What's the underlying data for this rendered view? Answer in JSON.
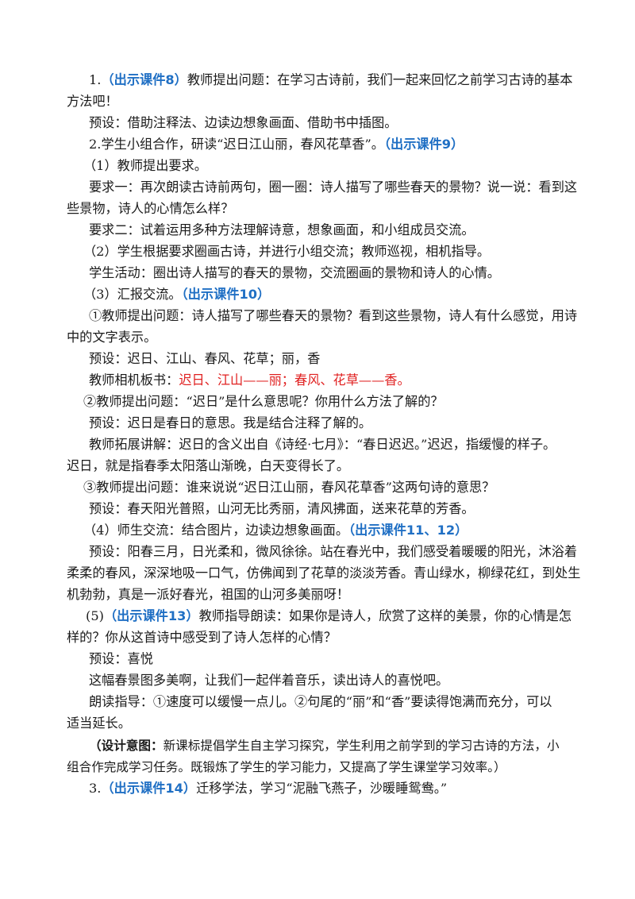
{
  "doc": {
    "l1": {
      "pre": "1.",
      "tag": "（出示课件8）",
      "post": "教师提出问题：在学习古诗前，我们一起来回忆之前学习古诗的基本"
    },
    "l2": "方法吧！",
    "l3": "预设：借助注释法、边读边想象画面、借助书中插图。",
    "l4": {
      "pre": "2.学生小组合作，研读“迟日江山丽，春风花草香”。",
      "tag": "（出示课件9）"
    },
    "l5": "（1）教师提出要求。",
    "l6": "要求一：再次朗读古诗前两句，圈一圈：诗人描写了哪些春天的景物？说一说：看到这",
    "l7": "些景物，诗人的心情怎么样？",
    "l8": "要求二：试着运用多种方法理解诗意，想象画面，和小组成员交流。",
    "l9": "（2）学生根据要求圈画古诗，并进行小组交流；教师巡视，相机指导。",
    "l10": "学生活动：圈出诗人描写的春天的景物，交流圈画的景物和诗人的心情。",
    "l11": {
      "pre": "（3）汇报交流。",
      "tag": "（出示课件10）"
    },
    "l12": "①教师提出问题：诗人描写了哪些春天的景物？看到这些景物，诗人有什么感觉，用诗",
    "l13": "中的文字表示。",
    "l14": "预设：迟日、江山、春风、花草；丽，香",
    "l15": {
      "pre": "教师相机板书：",
      "red": "迟日、江山——丽；春风、花草——香。"
    },
    "l16": "②教师提出问题：“迟日”是什么意思呢？你用什么方法了解的？",
    "l17": "预设：迟日是春日的意思。我是结合注释了解的。",
    "l18": "教师拓展讲解：迟日的含义出自《诗经·七月》：“春日迟迟。”迟迟，指缓慢的样子。",
    "l19": "迟日，就是指春季太阳落山渐晚，白天变得长了。",
    "l20": "③教师提出问题：谁来说说“迟日江山丽，春风花草香”这两句诗的意思？",
    "l21": "预设：春天阳光普照，山河无比秀丽，清风拂面，送来花草的芳香。",
    "l22": {
      "pre": "（4）师生交流：结合图片，边读边想象画面。",
      "tag": "（出示课件11、12）"
    },
    "l23": "预设：阳春三月，日光柔和，微风徐徐。站在春光中，我们感受着暖暖的阳光，沐浴着",
    "l24": "柔柔的春风，深深地吸一口气，仿佛闻到了花草的淡淡芳香。青山绿水，柳绿花红，到处生",
    "l25": "机勃勃，真是一派好春光，祖国的山河多美丽呀！",
    "l26": {
      "pre": "(5)",
      "tag": "（出示课件13）",
      "post": "教师指导朗读：如果你是诗人，欣赏了这样的美景，你的心情是怎"
    },
    "l27": "样的？你从这首诗中感受到了诗人怎样的心情？",
    "l28": "预设：喜悦",
    "l29": "这幅春景图多美啊，让我们一起伴着音乐，读出诗人的喜悦吧。",
    "l30": "朗读指导：①速度可以缓慢一点儿。②句尾的“丽”和“香”要读得饱满而充分，可以",
    "l31": "适当延长。",
    "l32": {
      "bold": "（设计意图：",
      "rest": "新课标提倡学生自主学习探究，学生利用之前学到的学习古诗的方法，小"
    },
    "l33": "组合作完成学习任务。既锻炼了学生的学习能力，又提高了学生课堂学习效率。）",
    "l34": {
      "pre": "3.",
      "tag": "（出示课件14）",
      "post": "迁移学法，学习“泥融飞燕子，沙暖睡鸳鸯。”"
    }
  }
}
